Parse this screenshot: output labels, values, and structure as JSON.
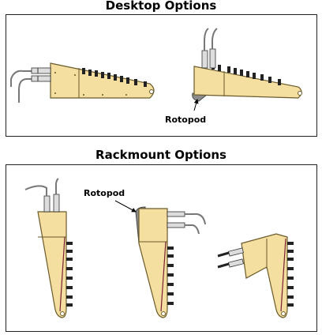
{
  "sections": [
    {
      "title": "Desktop Options",
      "callout": "Rotopod"
    },
    {
      "title": "Rackmount Options",
      "callout": "Rotopod"
    }
  ],
  "colors": {
    "chassis": "#f4dfa0",
    "chassis_stroke": "#6b5a2a",
    "rotopod": "#8c8c8c",
    "knob": "#222222",
    "cable": "#777777",
    "rail": "#7a2030"
  }
}
